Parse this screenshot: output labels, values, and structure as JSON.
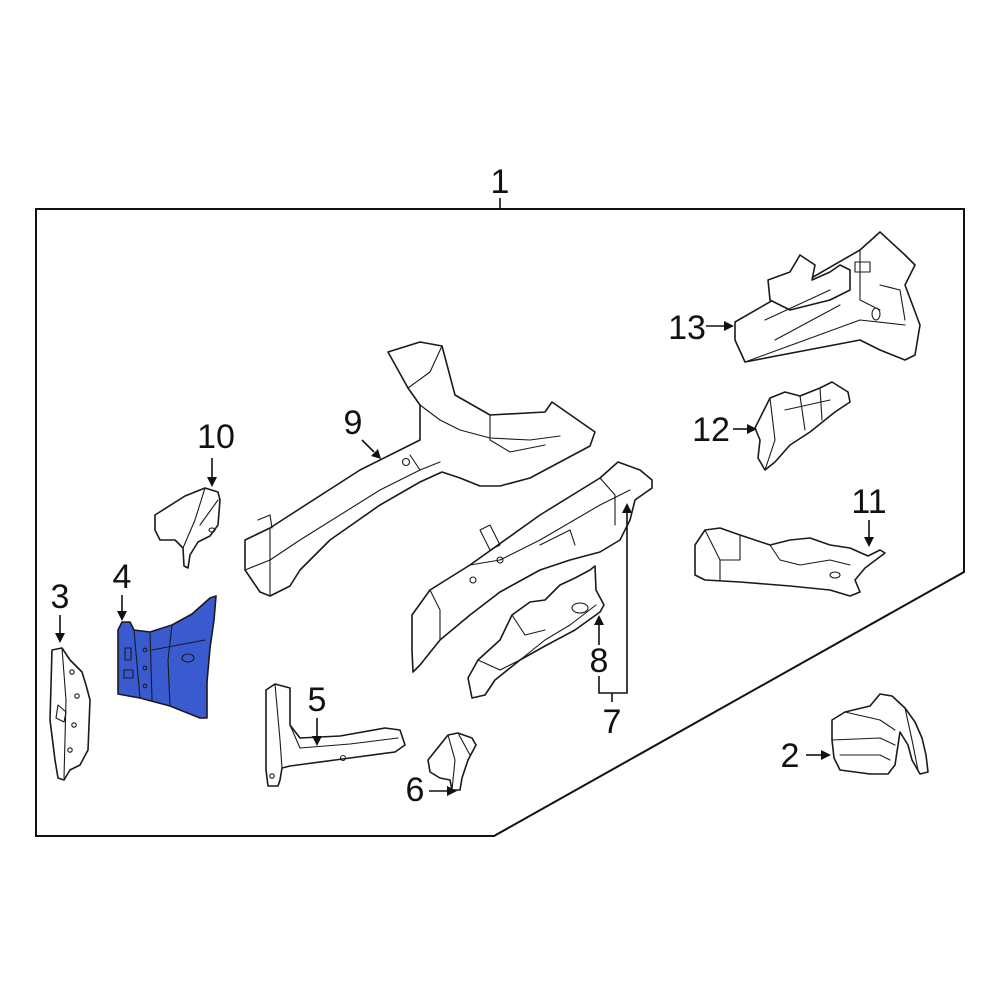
{
  "callouts": {
    "c1": "1",
    "c2": "2",
    "c3": "3",
    "c4": "4",
    "c5": "5",
    "c6": "6",
    "c7": "7",
    "c8": "8",
    "c9": "9",
    "c10": "10",
    "c11": "11",
    "c12": "12",
    "c13": "13"
  },
  "colors": {
    "highlight": "#3a5bd0",
    "line": "#1a1a1a",
    "background": "#ffffff"
  }
}
